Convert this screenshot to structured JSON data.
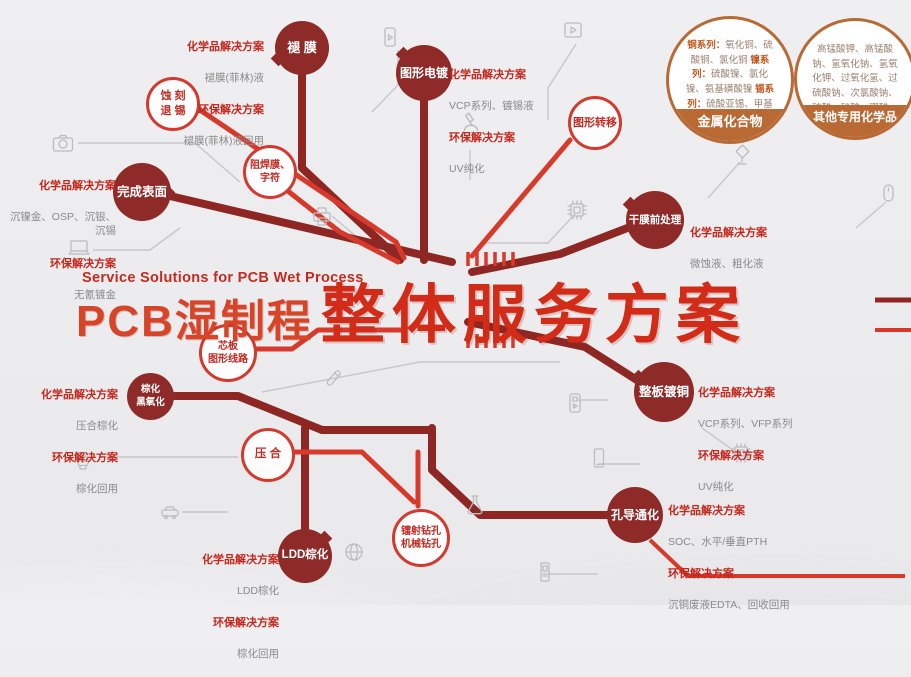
{
  "title": {
    "en": "Service Solutions for PCB Wet Process",
    "zh_main": "PCB湿制程",
    "zh_accent": "整体服务方案"
  },
  "section_labels": {
    "chem": "化学品解决方案",
    "env": "环保解决方案"
  },
  "badges": [
    {
      "title": "金属化合物",
      "series": [
        {
          "label": "铜系列：",
          "items": "氧化铜、硫酸铜、氯化铜"
        },
        {
          "label": "镍系列：",
          "items": "硫酸镍、氯化镍、氨基磺酸镍"
        },
        {
          "label": "锡系列：",
          "items": "硫酸亚锡、甲基磺酸亚锡、氯化亚锡"
        }
      ]
    },
    {
      "title": "其他专用化学品",
      "items": "高锰酸钾、高锰酸钠、氢氧化钠、氢氧化钾、过氧化氢、过硫酸钠、次氯酸钠、硫酸、硝酸、硼酸、甲基磺酸、氯化铵等"
    }
  ],
  "nodes": {
    "tuimo": {
      "label": "褪 膜"
    },
    "tuxing_diandu": {
      "label": "图形电镀"
    },
    "wancheng_biaomian": {
      "label": "完成表面"
    },
    "ganmo_qianchuli": {
      "label": "干膜前处理"
    },
    "zhengban_dutong": {
      "label": "整板镀铜"
    },
    "kongdao_tonghua": {
      "label": "孔导通化"
    },
    "ldd_zonghua": {
      "label": "LDD棕化"
    },
    "zonghua_heiyanghua": {
      "label": "棕化\n黑氧化"
    },
    "shike_tuixi": {
      "label": "蚀 刻\n退 锡"
    },
    "zuhanmo_zifu": {
      "label": "阻焊膜、\n字符"
    },
    "tuxing_zhuanyi": {
      "label": "图形转移"
    },
    "xinban_tuxingxianlu": {
      "label": "芯板\n图形线路"
    },
    "yahe": {
      "label": "压 合"
    },
    "leishe_zuankong": {
      "label": "镭射钻孔\n机械钻孔"
    }
  },
  "callouts": {
    "tuimo": {
      "chem": "褪膜(菲林)液",
      "env": "褪膜(菲林)液回用"
    },
    "tuxing_diandu": {
      "chem": "VCP系列、镀锡液",
      "env": "UV纯化"
    },
    "wancheng_biaomian": {
      "chem": "沉镍金、OSP、沉银、沉锡",
      "env": "无氰镀金"
    },
    "ganmo_qianchuli": {
      "chem": "微蚀液、粗化液"
    },
    "zhengban_dutong": {
      "chem": "VCP系列、VFP系列",
      "env": "UV纯化"
    },
    "kongdao_tonghua": {
      "chem": "SOC、水平/垂直PTH",
      "env": "沉铜废液EDTA、回收回用"
    },
    "ldd_zonghua": {
      "chem": "LDD棕化",
      "env": "棕化回用"
    },
    "zonghua_heiyanghua": {
      "chem": "压合棕化",
      "env": "棕化回用"
    }
  },
  "colors": {
    "node_solid": "#8e2a28",
    "node_outline_border": "#d5382c",
    "accent_red": "#d22b18",
    "badge_brown": "#b96a34",
    "trace_dark": "#8e2723",
    "trace_bright": "#d8392b",
    "trace_gray": "#c7c7cb"
  },
  "icons": [
    "camera-icon",
    "laptop-icon",
    "mp3-player-icon",
    "media-player-icon",
    "microscope-icon",
    "printer-icon",
    "satellite-icon",
    "chip-icon",
    "mouse-icon",
    "test-tube-icon",
    "music-player-icon",
    "smartphone-icon",
    "smartwatch-icon",
    "globe-icon",
    "flask-icon",
    "car-icon",
    "pda-icon"
  ]
}
